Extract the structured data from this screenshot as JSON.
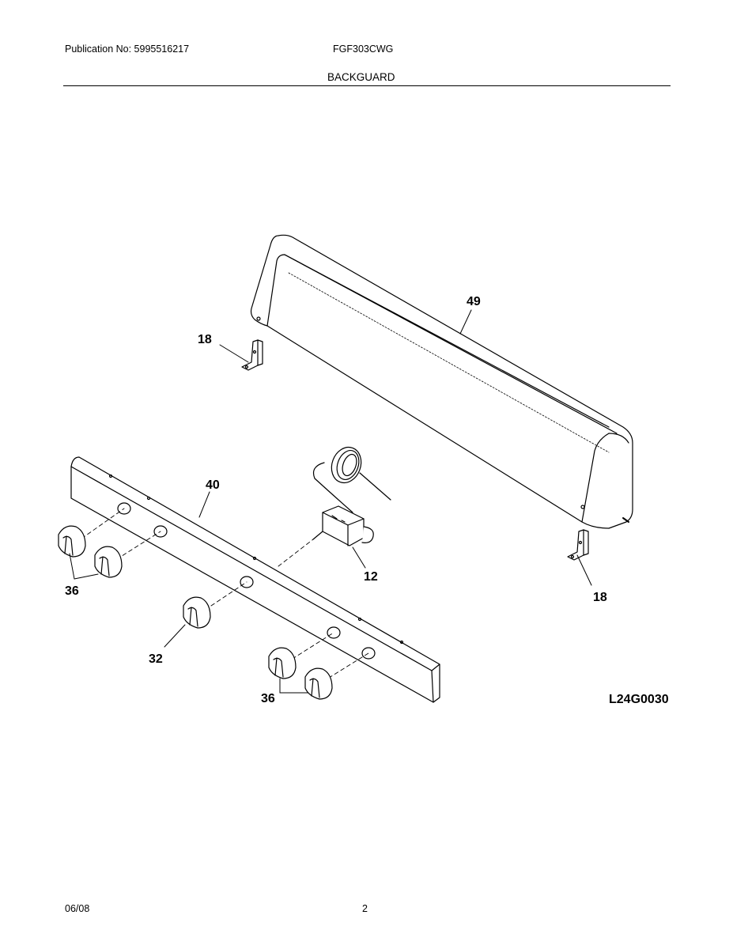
{
  "header": {
    "publication": "Publication No: 5995516217",
    "model": "FGF303CWG",
    "section": "BACKGUARD"
  },
  "diagram": {
    "callouts": {
      "backguard": "49",
      "bracket_left": "18",
      "bracket_right": "18",
      "control_panel": "40",
      "thermostat": "12",
      "knob_pair_left": "36",
      "knob_center": "32",
      "knob_pair_right": "36"
    },
    "drawing_code": "L24G0030"
  },
  "footer": {
    "date": "06/08",
    "page": "2"
  }
}
